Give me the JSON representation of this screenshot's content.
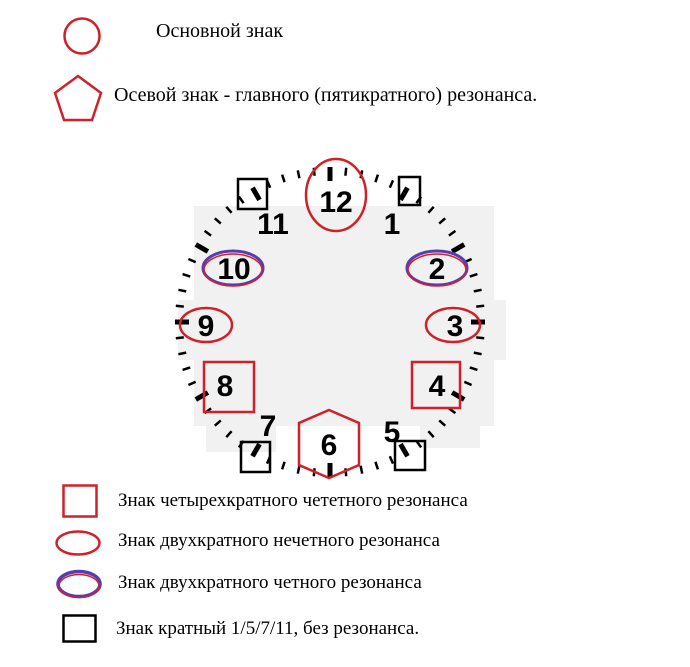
{
  "legend_top": [
    {
      "id": "main",
      "label": "Основной знак"
    },
    {
      "id": "axial",
      "label": "Осевой знак - главного (пятикратного) резонанса."
    }
  ],
  "legend_bottom": [
    {
      "id": "four_even",
      "label": "Знак четырехкратного чететного резонанса"
    },
    {
      "id": "two_odd",
      "label": "Знак двухкратного нечетного резонанса"
    },
    {
      "id": "two_even",
      "label": "Знак двухкратного четного резонанса"
    },
    {
      "id": "multiple",
      "label": "Знак кратный 1/5/7/11, без резонанса."
    }
  ],
  "clock": {
    "numbers": {
      "n12": "12",
      "n1": "1",
      "n2": "2",
      "n3": "3",
      "n4": "4",
      "n5": "5",
      "n6": "6",
      "n7": "7",
      "n8": "8",
      "n9": "9",
      "n10": "10",
      "n11": "11"
    }
  },
  "colors": {
    "red": "#d0202a",
    "blue": "#5a3bb0",
    "black": "#000000"
  }
}
